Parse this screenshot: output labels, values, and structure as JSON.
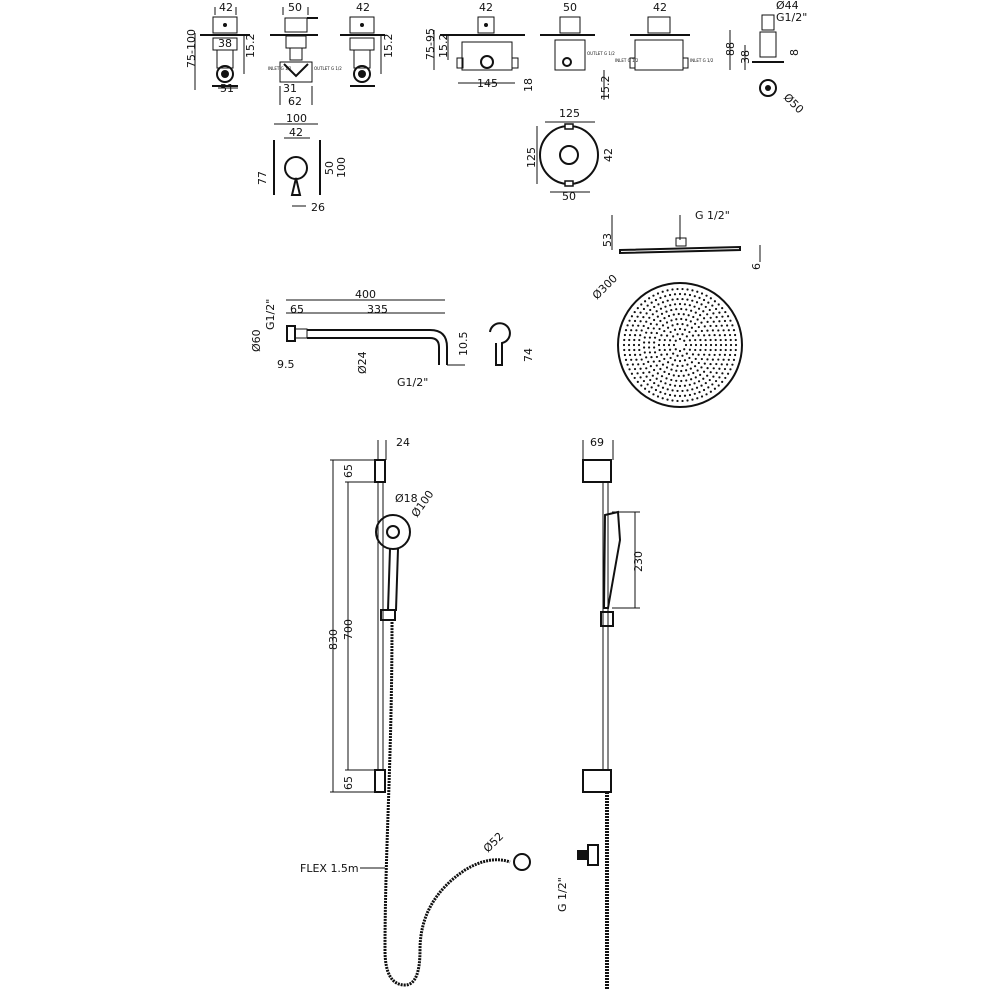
{
  "valve1": {
    "width": "42",
    "height_range": "75-100",
    "inner": "38",
    "depth": "15.2",
    "base": "51"
  },
  "diverter": {
    "width": "50",
    "inlet": "INLET G 1/2",
    "outlet": "OUTLET G 1/2",
    "half": "31",
    "base": "62"
  },
  "valve2": {
    "width": "42",
    "depth": "15.2"
  },
  "box1": {
    "width": "42",
    "height_range": "75-95",
    "depth": "15.2",
    "length": "145",
    "offset": "18"
  },
  "box2": {
    "width": "50",
    "outlet": "OUTLET G 1/2",
    "depth": "15.2"
  },
  "box3": {
    "width": "42",
    "inlet_left": "INLET G 1/2",
    "inlet_right": "INLET G 1/2"
  },
  "stop": {
    "dia": "Ø44",
    "thread": "G1/2\"",
    "height": "88",
    "inner": "38",
    "plate": "8",
    "flange": "Ø50"
  },
  "plate_square": {
    "width": "100",
    "knob": "42",
    "height_inner": "77",
    "side": "50",
    "height": "100",
    "lever": "26"
  },
  "plate_round": {
    "width": "125",
    "height": "125",
    "knob": "42",
    "bottom": "50"
  },
  "head": {
    "thread": "G 1/2\"",
    "height": "53",
    "thickness": "6",
    "dia": "Ø300"
  },
  "arm": {
    "length": "400",
    "wall": "65",
    "reach": "335",
    "thread_in": "G1/2\"",
    "flange": "Ø60",
    "offset": "9.5",
    "tube": "Ø24",
    "drop": "10.5",
    "thread_out": "G1/2\"",
    "side": "74"
  },
  "rail": {
    "width": "24",
    "top": "65",
    "holder": "Ø18",
    "handset": "Ø100",
    "total": "830",
    "bar": "700",
    "bottom": "65",
    "hose": "FLEX 1.5m",
    "outlet": "Ø52"
  },
  "rail_side": {
    "depth": "69",
    "handset": "230",
    "thread": "G 1/2\""
  }
}
